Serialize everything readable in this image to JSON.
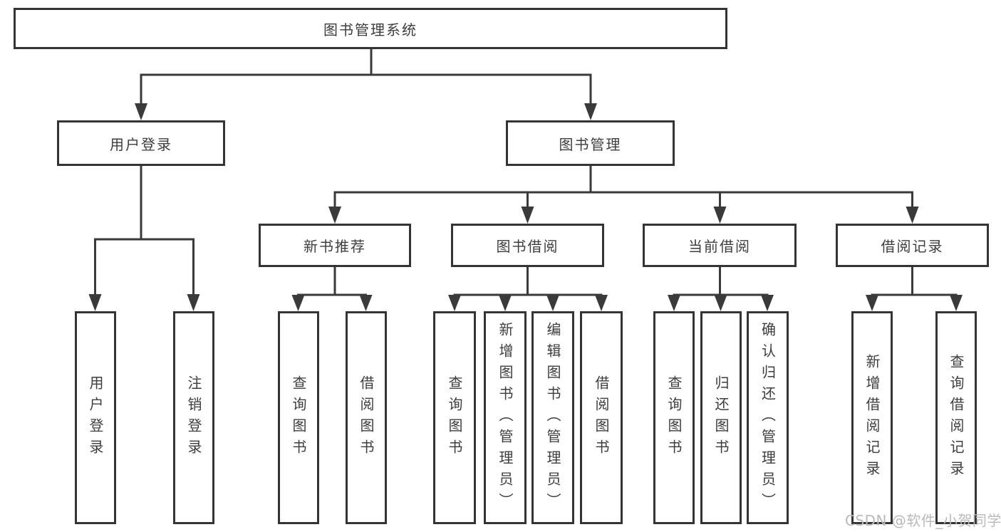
{
  "diagram": {
    "title": "图书管理系统",
    "type": "hierarchy-tree",
    "colors": {
      "line": "#3a3a3a",
      "box_border": "#343434",
      "box_fill": "#ffffff",
      "text": "#3d3d3d",
      "watermark": "#b9b9b9"
    },
    "tree": {
      "root": {
        "label": "图书管理系统",
        "children": [
          {
            "label": "用户登录",
            "children": [
              {
                "label": "用户登录"
              },
              {
                "label": "注销登录"
              }
            ]
          },
          {
            "label": "图书管理",
            "children": [
              {
                "label": "新书推荐",
                "children": [
                  {
                    "label": "查询图书"
                  },
                  {
                    "label": "借阅图书"
                  }
                ]
              },
              {
                "label": "图书借阅",
                "children": [
                  {
                    "label": "查询图书"
                  },
                  {
                    "label": "新增图书（管理员）"
                  },
                  {
                    "label": "编辑图书（管理员）"
                  },
                  {
                    "label": "借阅图书"
                  }
                ]
              },
              {
                "label": "当前借阅",
                "children": [
                  {
                    "label": "查询图书"
                  },
                  {
                    "label": "归还图书"
                  },
                  {
                    "label": "确认归还（管理员）"
                  }
                ]
              },
              {
                "label": "借阅记录",
                "children": [
                  {
                    "label": "新增借阅记录"
                  },
                  {
                    "label": "查询借阅记录"
                  }
                ]
              }
            ]
          }
        ]
      }
    },
    "watermark": {
      "text": "CSDN @软件_小贺同学"
    }
  }
}
